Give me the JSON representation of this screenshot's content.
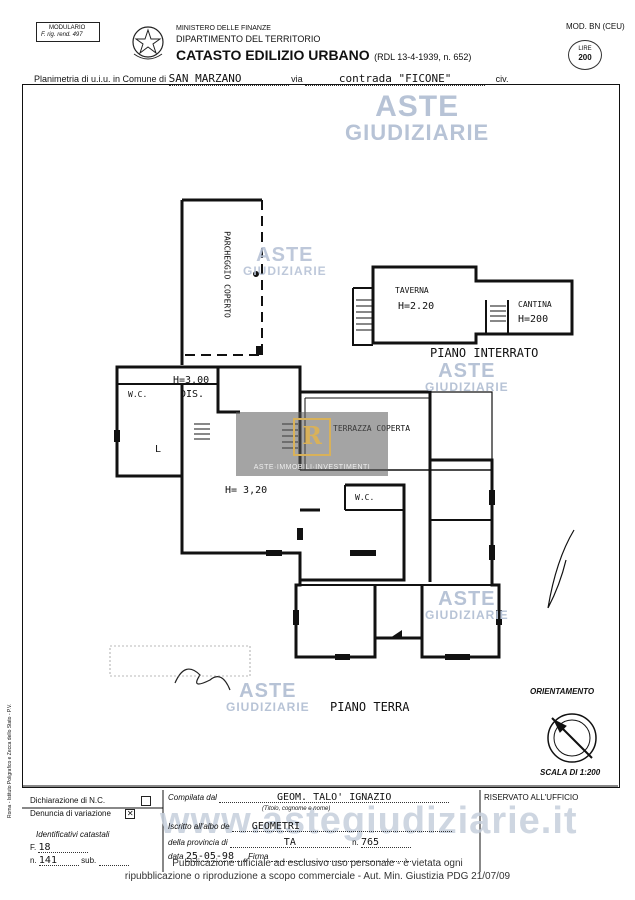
{
  "header": {
    "modulario_line1": "MODULARIO",
    "modulario_line2": "F. rig. rend. 497",
    "ministry_line1": "MINISTERO DELLE FINANZE",
    "ministry_line2": "DIPARTIMENTO DEL TERRITORIO",
    "catasto_title": "CATASTO EDILIZIO URBANO",
    "catasto_ref": "(RDL 13-4-1939, n. 652)",
    "mod": "MOD. BN (CEU)",
    "lire_label": "LIRE",
    "lire_value": "200"
  },
  "planimetria": {
    "label": "Planimetria di u.i.u. in Comune di",
    "comune": "SAN MARZANO",
    "via_label": "via",
    "via": "contrada \"FICONE\"",
    "civ_label": "civ."
  },
  "plan": {
    "parcheggio": "PARCHEGGIO COPERTO",
    "taverna": "TAVERNA",
    "taverna_h": "H=2.20",
    "cantina": "CANTINA",
    "cantina_h": "H=200",
    "piano_interrato": "PIANO INTERRATO",
    "wc1": "W.C.",
    "h300": "H=3,00",
    "dis": "DIS.",
    "l": "L",
    "terrazza": "TERRAZZA COPERTA",
    "h320": "H= 3,20",
    "wc2": "W.C.",
    "piano_terra": "PIANO TERRA",
    "orientamento": "ORIENTAMENTO",
    "scala": "SCALA DI 1:200"
  },
  "watermarks": {
    "aste": "ASTE",
    "giudiziarie": "GIUDIZIARIE",
    "logo_sub": "ASTE·IMMOBILI·INVESTIMENTI",
    "url": "www.astegiudiziarie.it"
  },
  "footer": {
    "dichiarazione": "Dichiarazione di N.C.",
    "denuncia": "Denuncia di variazione",
    "identificativi": "Identificativi catastali",
    "f_label": "F.",
    "f_value": "18",
    "n_label": "n.",
    "n_value": "141",
    "sub_label": "sub.",
    "compilata_label": "Compilata dal",
    "compilata_value": "GEOM. TALO' IGNAZIO",
    "compilata_hint": "(Titolo, cognome e nome)",
    "iscritto_label": "Iscritto all'albo de",
    "iscritto_value": "GEOMETRI",
    "provincia_label": "della provincia di",
    "provincia_value": "TA",
    "n2_label": "n.",
    "n2_value": "765",
    "data_label": "data",
    "data_value": "25-05-98",
    "firma_label": "Firma",
    "riservato": "RISERVATO ALL'UFFICIO",
    "publication1": "Pubblicazione ufficiale ad esclusivo uso personale - è vietata ogni",
    "publication2": "ripubblicazione o riproduzione a scopo commerciale - Aut. Min. Giustizia PDG 21/07/09",
    "side_text": "Roma - Istituto Poligrafico e Zecca dello Stato - P.V."
  }
}
